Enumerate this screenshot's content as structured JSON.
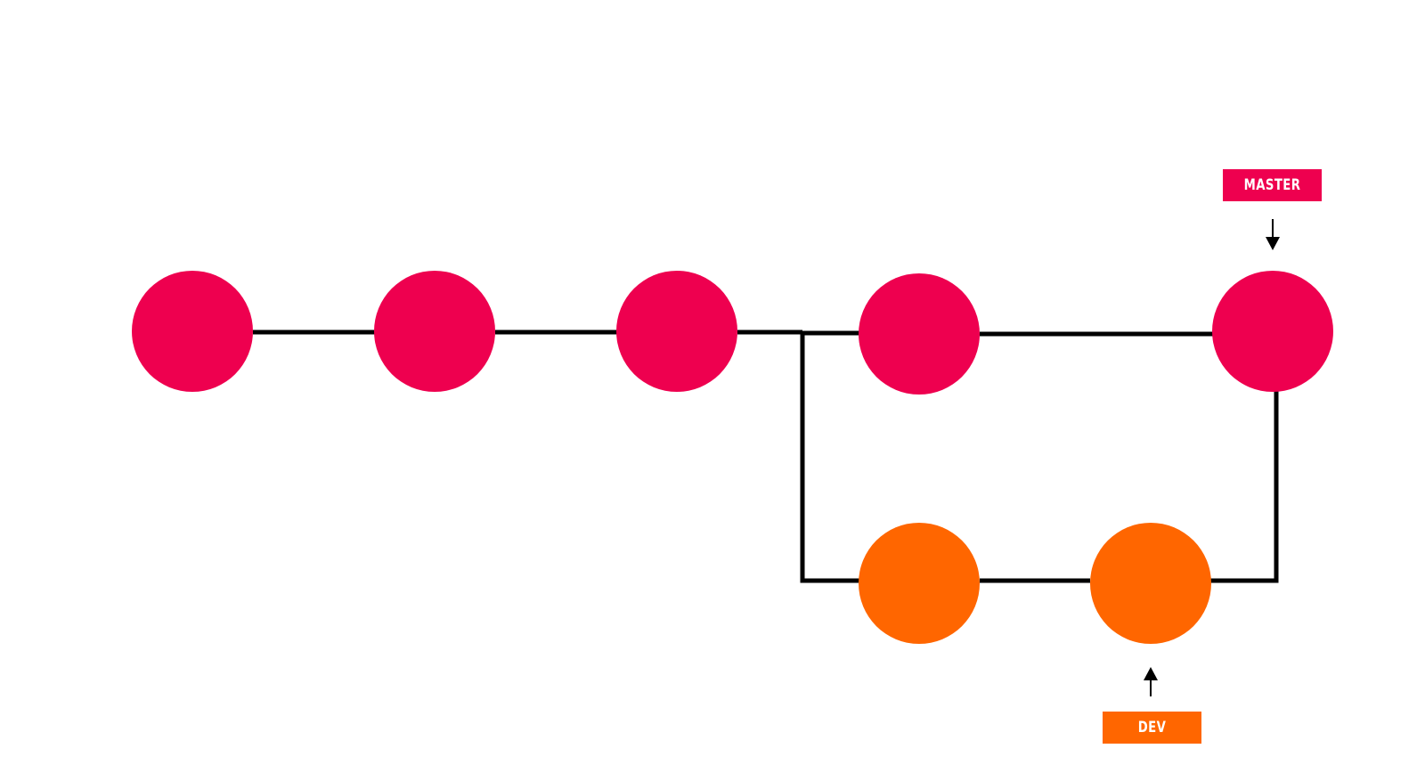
{
  "branches": {
    "master": {
      "label": "MASTER",
      "color": "#EE004F"
    },
    "dev": {
      "label": "DEV",
      "color": "#FF6600"
    }
  },
  "line_color": "#000000",
  "commits": {
    "master": [
      {
        "id": "m1"
      },
      {
        "id": "m2"
      },
      {
        "id": "m3"
      },
      {
        "id": "m4"
      },
      {
        "id": "m5"
      }
    ],
    "dev": [
      {
        "id": "d1"
      },
      {
        "id": "d2"
      }
    ]
  }
}
